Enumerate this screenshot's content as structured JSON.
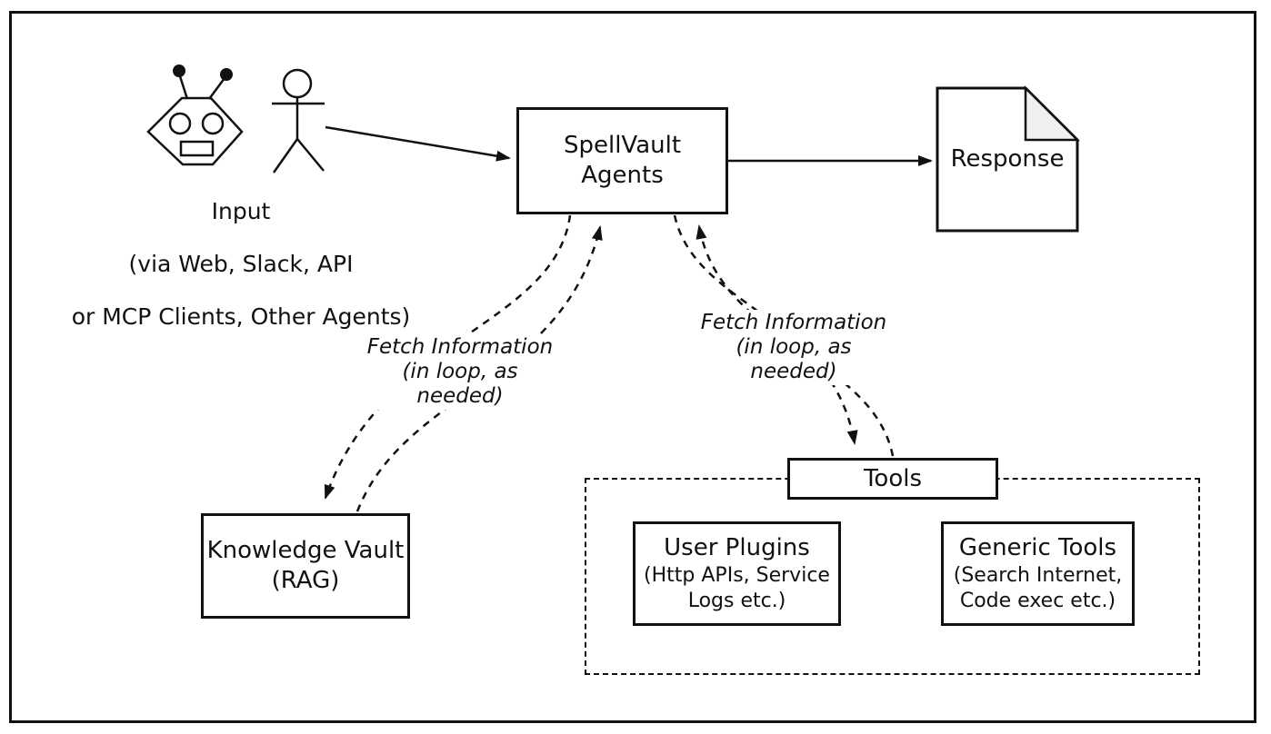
{
  "diagram": {
    "input": {
      "title": "Input",
      "line2": "(via Web, Slack, API",
      "line3": "or MCP Clients, Other Agents)"
    },
    "agents_box": {
      "line1": "SpellVault",
      "line2": "Agents"
    },
    "response": {
      "label": "Response"
    },
    "fetch_left": {
      "line1": "Fetch Information",
      "line2": "(in loop, as needed)"
    },
    "fetch_right": {
      "line1": "Fetch Information",
      "line2": "(in loop, as needed)"
    },
    "knowledge_vault": {
      "line1": "Knowledge Vault",
      "line2": "(RAG)"
    },
    "tools": {
      "label": "Tools"
    },
    "user_plugins": {
      "line1": "User Plugins",
      "line2": "(Http APIs, Service",
      "line3": "Logs etc.)"
    },
    "generic_tools": {
      "line1": "Generic Tools",
      "line2": "(Search Internet,",
      "line3": "Code exec etc.)"
    },
    "icons": {
      "robot": "robot-icon",
      "person": "person-icon",
      "document": "document-icon"
    },
    "colors": {
      "line": "#111111",
      "background": "#ffffff",
      "document_fold": "#efefef"
    }
  }
}
